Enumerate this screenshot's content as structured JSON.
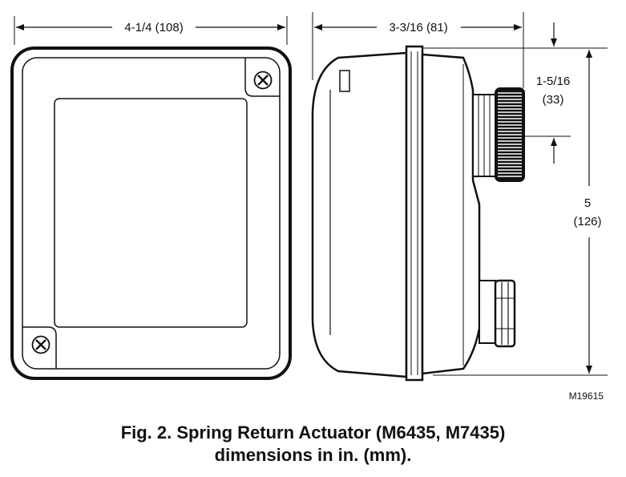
{
  "dimensions": {
    "width": "4-1/4 (108)",
    "depth": "3-3/16 (81)",
    "knob_height_in": "1-5/16",
    "knob_height_mm": "(33)",
    "height_in": "5",
    "height_mm": "(126)"
  },
  "figure_code": "M19615",
  "caption": {
    "line1": "Fig. 2. Spring Return Actuator (M6435, M7435)",
    "line2": "dimensions in in. (mm)."
  }
}
